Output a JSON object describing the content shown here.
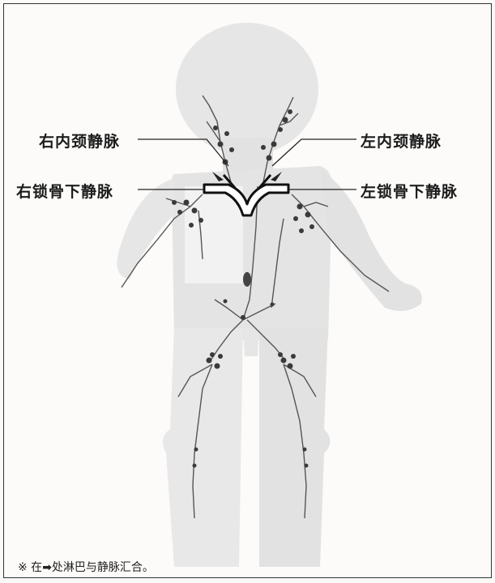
{
  "labels": {
    "right_internal_jugular": "右内颈静脉",
    "left_internal_jugular": "左内颈静脉",
    "right_subclavian": "右锁骨下静脉",
    "left_subclavian": "左锁骨下静脉"
  },
  "footnote": {
    "prefix": "※ 在",
    "arrow": "➡",
    "suffix": "处淋巴与静脉汇合。"
  },
  "colors": {
    "body_light": "#ececec",
    "body_dark": "#d8d8d8",
    "vessel": "#555555",
    "node": "#3a3a3a",
    "vein_outline": "#111111"
  }
}
